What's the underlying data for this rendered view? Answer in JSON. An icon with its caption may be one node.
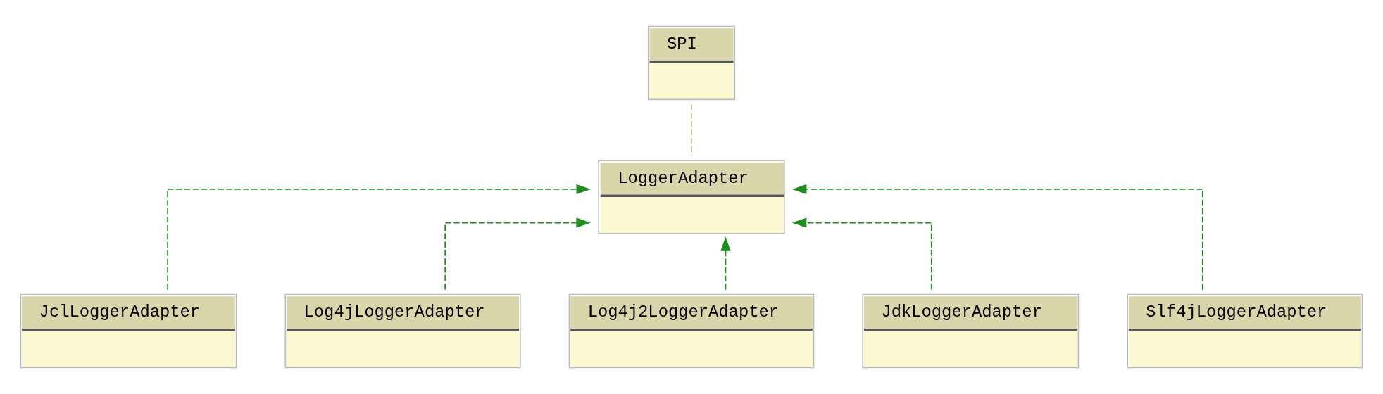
{
  "diagram": {
    "nodes": [
      {
        "text": [
          "SPI"
        ]
      },
      {
        "text": [
          "LoggerAdapter"
        ]
      },
      {
        "text": [
          "JclLoggerAdapter"
        ]
      },
      {
        "text": [
          "Log4jLoggerAdapter"
        ]
      },
      {
        "text": [
          "Log4j2LoggerAdapter"
        ]
      },
      {
        "text": [
          "JdkLoggerAdapter"
        ]
      },
      {
        "text": [
          "Slf4jLoggerAdapter"
        ]
      }
    ],
    "edges": [
      {
        "from": 0,
        "to": 1,
        "arrow": "none",
        "style": "dashed",
        "color": "#c8c88a"
      },
      {
        "from": 2,
        "to": 1,
        "arrow": "to",
        "style": "dashed"
      },
      {
        "from": 3,
        "to": 1,
        "arrow": "to",
        "style": "dashed"
      },
      {
        "from": 4,
        "to": 1,
        "arrow": "to",
        "style": "dashed"
      },
      {
        "from": 5,
        "to": 1,
        "arrow": "to",
        "style": "dashed"
      },
      {
        "from": 6,
        "to": 1,
        "arrow": "to",
        "style": "dashed"
      }
    ]
  }
}
